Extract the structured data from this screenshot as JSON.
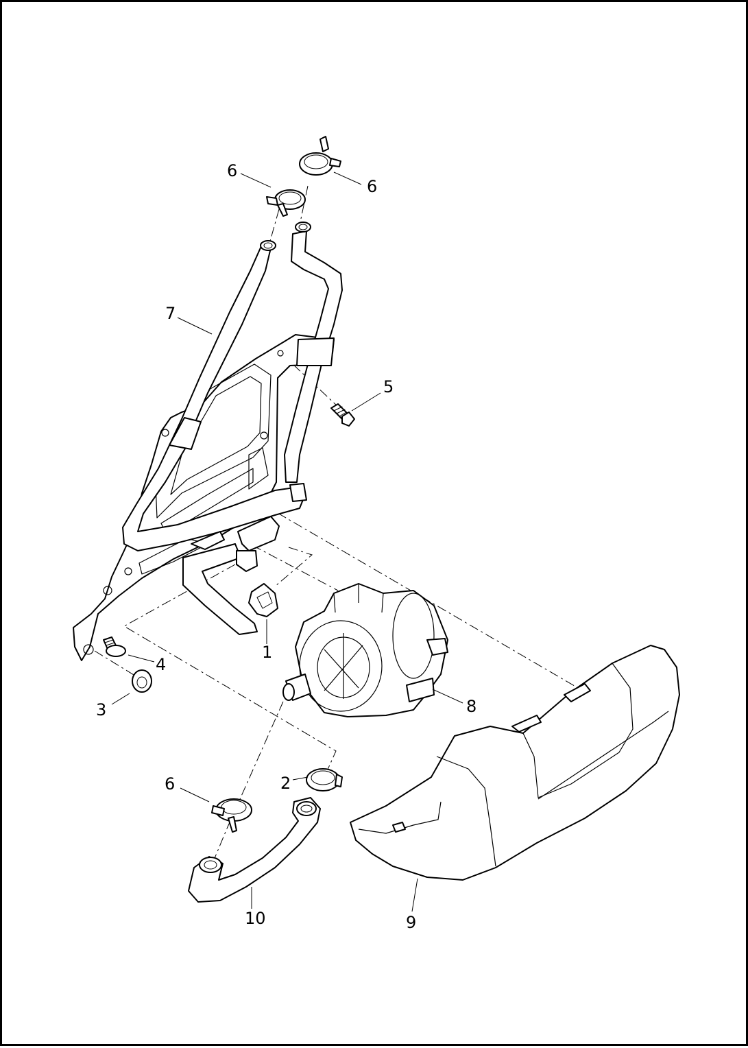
{
  "callouts": {
    "c1": "1",
    "c2": "2",
    "c3": "3",
    "c4": "4",
    "c5": "5",
    "c6a": "6",
    "c6b": "6",
    "c6c": "6",
    "c7": "7",
    "c8": "8",
    "c9": "9",
    "c10": "10"
  },
  "colors": {
    "line": "#000000",
    "background": "#ffffff"
  }
}
